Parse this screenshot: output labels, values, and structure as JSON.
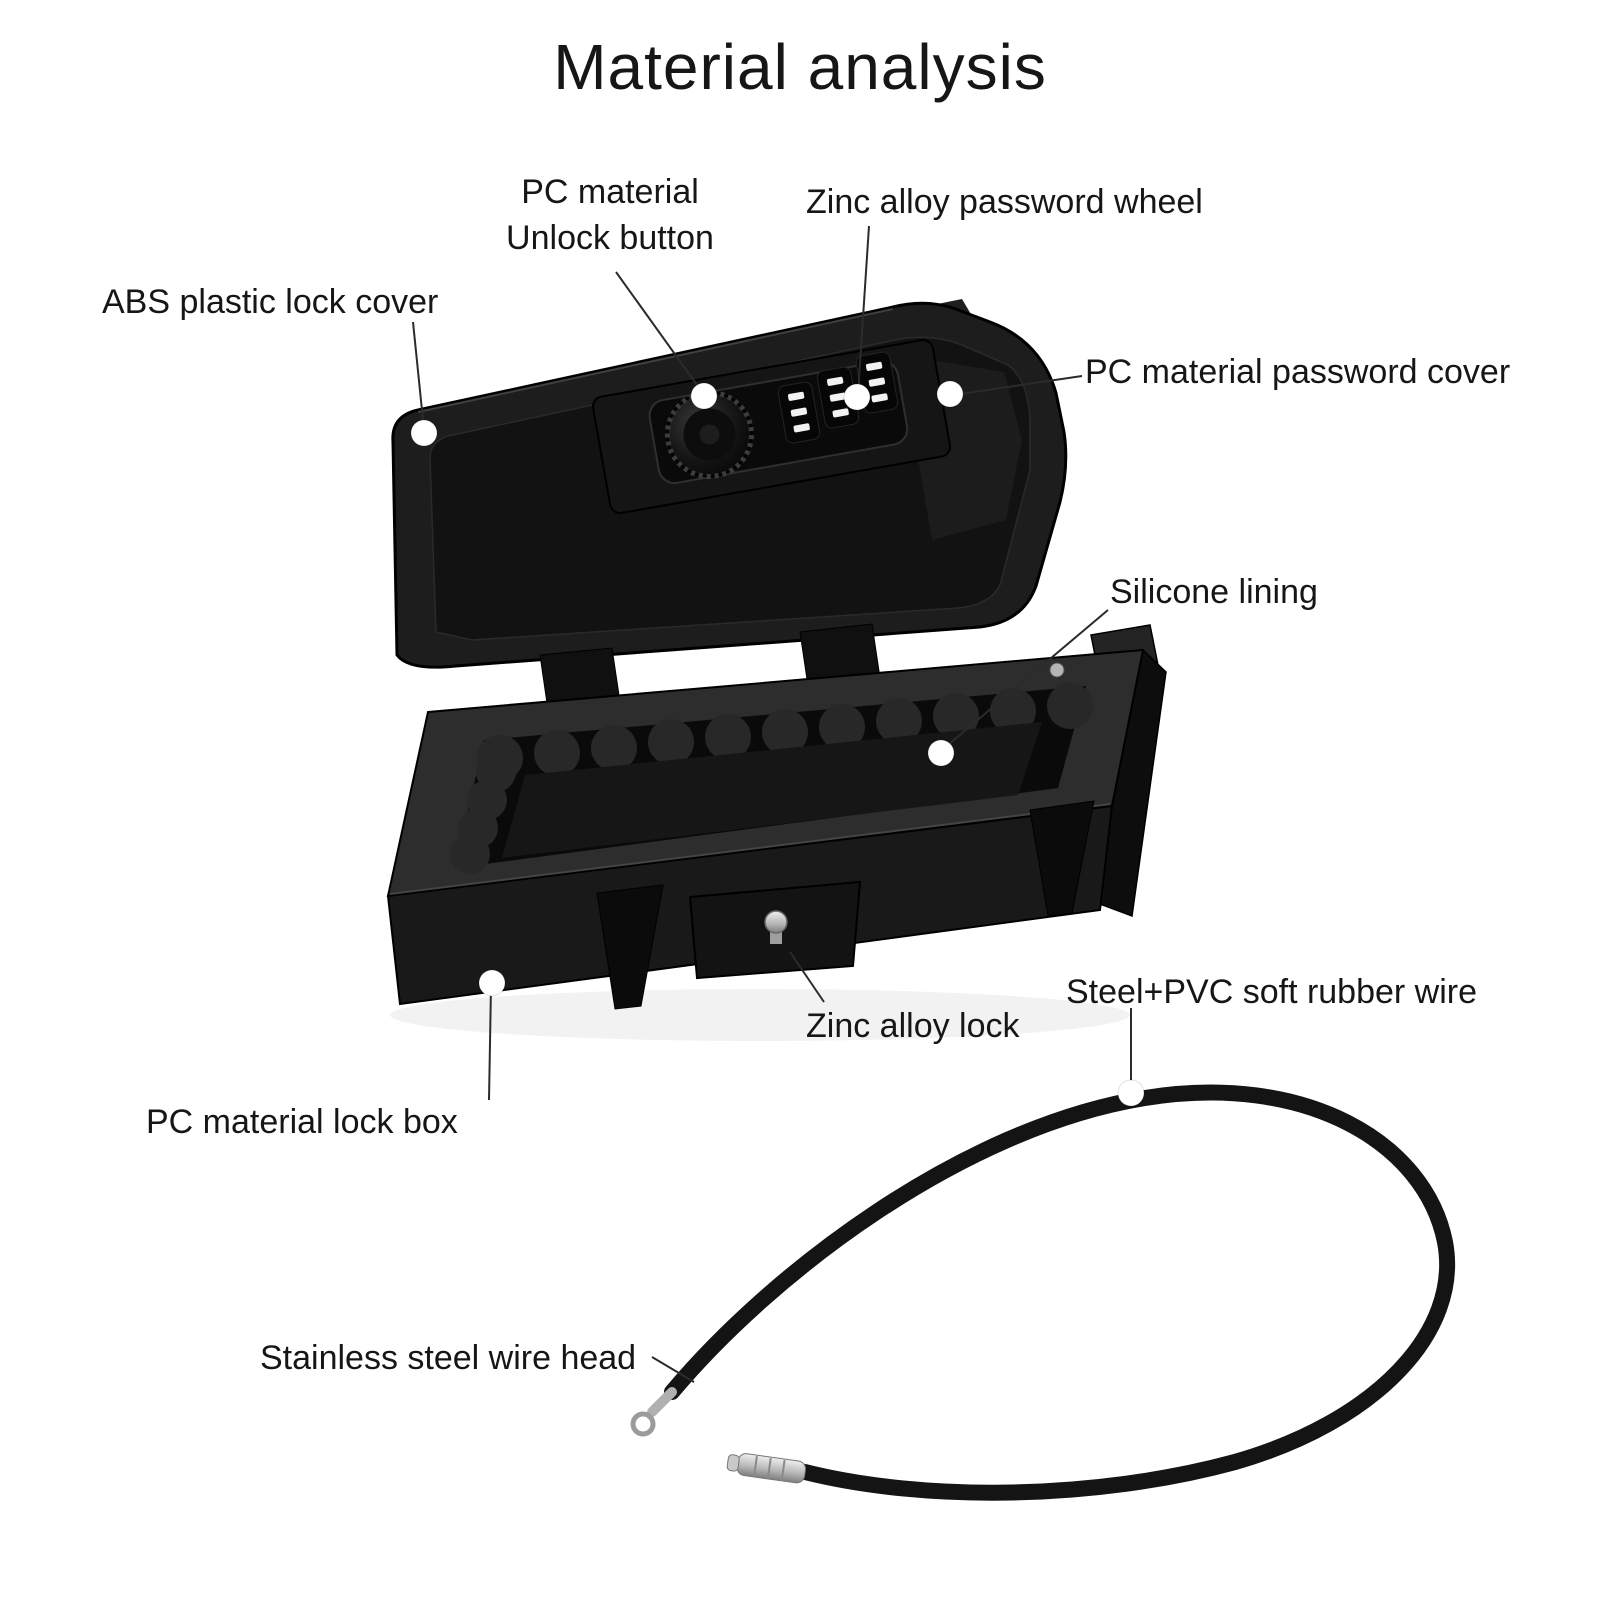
{
  "title": "Material analysis",
  "labels": {
    "unlock_button": "PC material\nUnlock button",
    "password_wheel": "Zinc alloy password wheel",
    "lock_cover": "ABS plastic lock cover",
    "password_cover": "PC material password cover",
    "silicone_lining": "Silicone lining",
    "zinc_lock": "Zinc alloy lock",
    "rubber_wire": "Steel+PVC soft rubber wire",
    "lock_box": "PC material lock box",
    "wire_head": "Stainless steel wire head"
  },
  "colors": {
    "background": "#ffffff",
    "text": "#161616",
    "leader_line": "#2b2b2b",
    "callout_dot": "#ffffff",
    "product_body": "#1a1a1a",
    "metal": "#c0c0c0"
  }
}
